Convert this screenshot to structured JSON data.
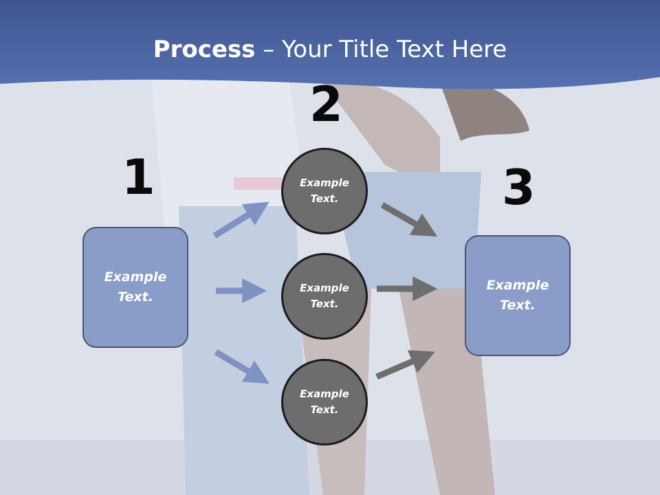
{
  "title": {
    "bold": "Process",
    "rest": " – Your Title Text Here"
  },
  "numbers": [
    "1",
    "2",
    "3"
  ],
  "left_box": {
    "text": "Example Text."
  },
  "right_box": {
    "text": "Example Text."
  },
  "circles": [
    {
      "text": "Example Text."
    },
    {
      "text": "Example Text."
    },
    {
      "text": "Example Text."
    }
  ],
  "colors": {
    "header": "#4a62a0",
    "box_fill": "#8a9cc8",
    "circle_fill": "#6d6d6d",
    "arrow_blue": "#7f92c4",
    "arrow_gray": "#6e6e6e"
  }
}
